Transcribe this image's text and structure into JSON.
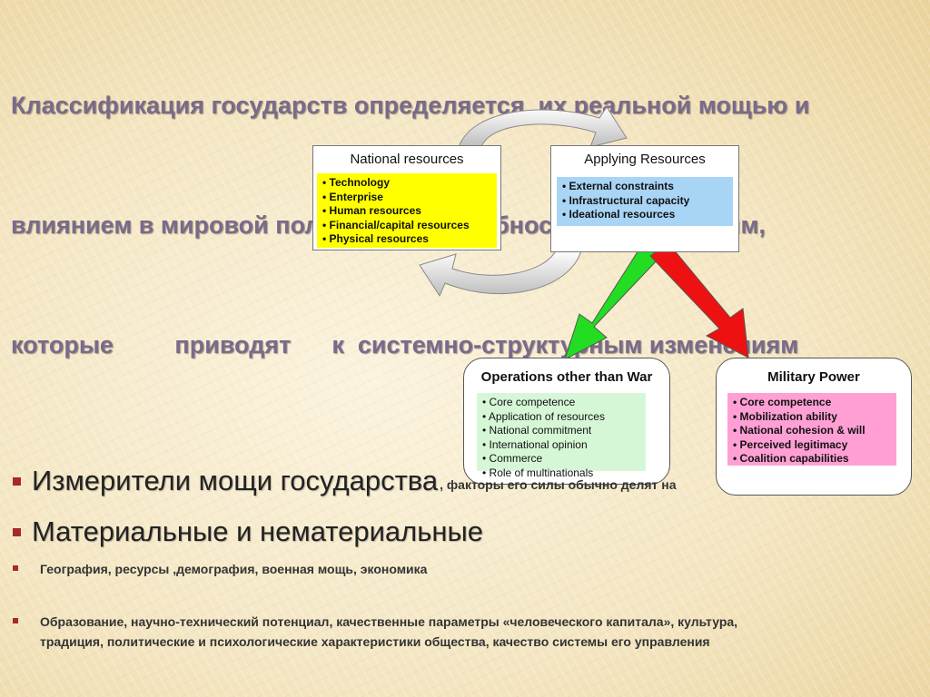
{
  "slide": {
    "title_lines": [
      "Классификация государств определяется  их реальной мощью и",
      "влиянием в мировой политике,    способностью к действиям,",
      "которые         приводят      к  системно-структурным изменениям"
    ]
  },
  "diagram": {
    "national": {
      "heading": "National resources",
      "items": [
        "Technology",
        "Enterprise",
        "Human resources",
        "Financial/capital resources",
        "Physical resources"
      ],
      "fill": "#ffff00"
    },
    "applying": {
      "heading": "Applying Resources",
      "items": [
        "External constraints",
        "Infrastructural capacity",
        "Ideational resources"
      ],
      "fill": "#a8d4f5"
    },
    "ootw": {
      "heading": "Operations other than War",
      "items": [
        "Core competence",
        "Application of resources",
        "National commitment",
        "International opinion",
        "Commerce",
        "Role of multinationals"
      ],
      "fill": "#d6f7d6"
    },
    "military": {
      "heading": "Military Power",
      "items": [
        "Core competence",
        "Mobilization ability",
        "National cohesion & will",
        "Perceived legitimacy",
        "Coalition capabilities"
      ],
      "fill": "#ff9fd4"
    },
    "arrow_colors": {
      "green": "#22dd22",
      "red": "#ee1111"
    }
  },
  "bullets": {
    "b1_big": "Измерители мощи государства",
    "b1_small": ",   факторы его силы  обычно делят на",
    "b2_big": "Материальные и нематериальные",
    "b3": "География, ресурсы ,демография, военная мощь, экономика",
    "b4_line1": "Образование, научно-технический потенциал, качественные параметры «человеческого капитала», культура,",
    "b4_line2": "традиция, политические и психологические характеристики общества,  качество  системы его управления"
  }
}
